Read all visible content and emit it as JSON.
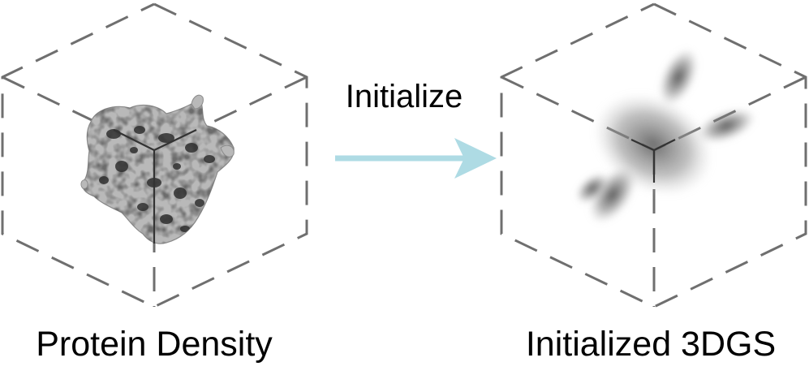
{
  "diagram": {
    "left_label": "Protein Density",
    "right_label": "Initialized 3DGS",
    "arrow_label": "Initialize"
  },
  "colors": {
    "cube_dash": "#6f6f6f",
    "arrow": "#aedbe4",
    "protein_surface": "#b9b9b9",
    "protein_shadow": "#3a3a3a",
    "gaussian": "#555555",
    "text": "#000000"
  }
}
